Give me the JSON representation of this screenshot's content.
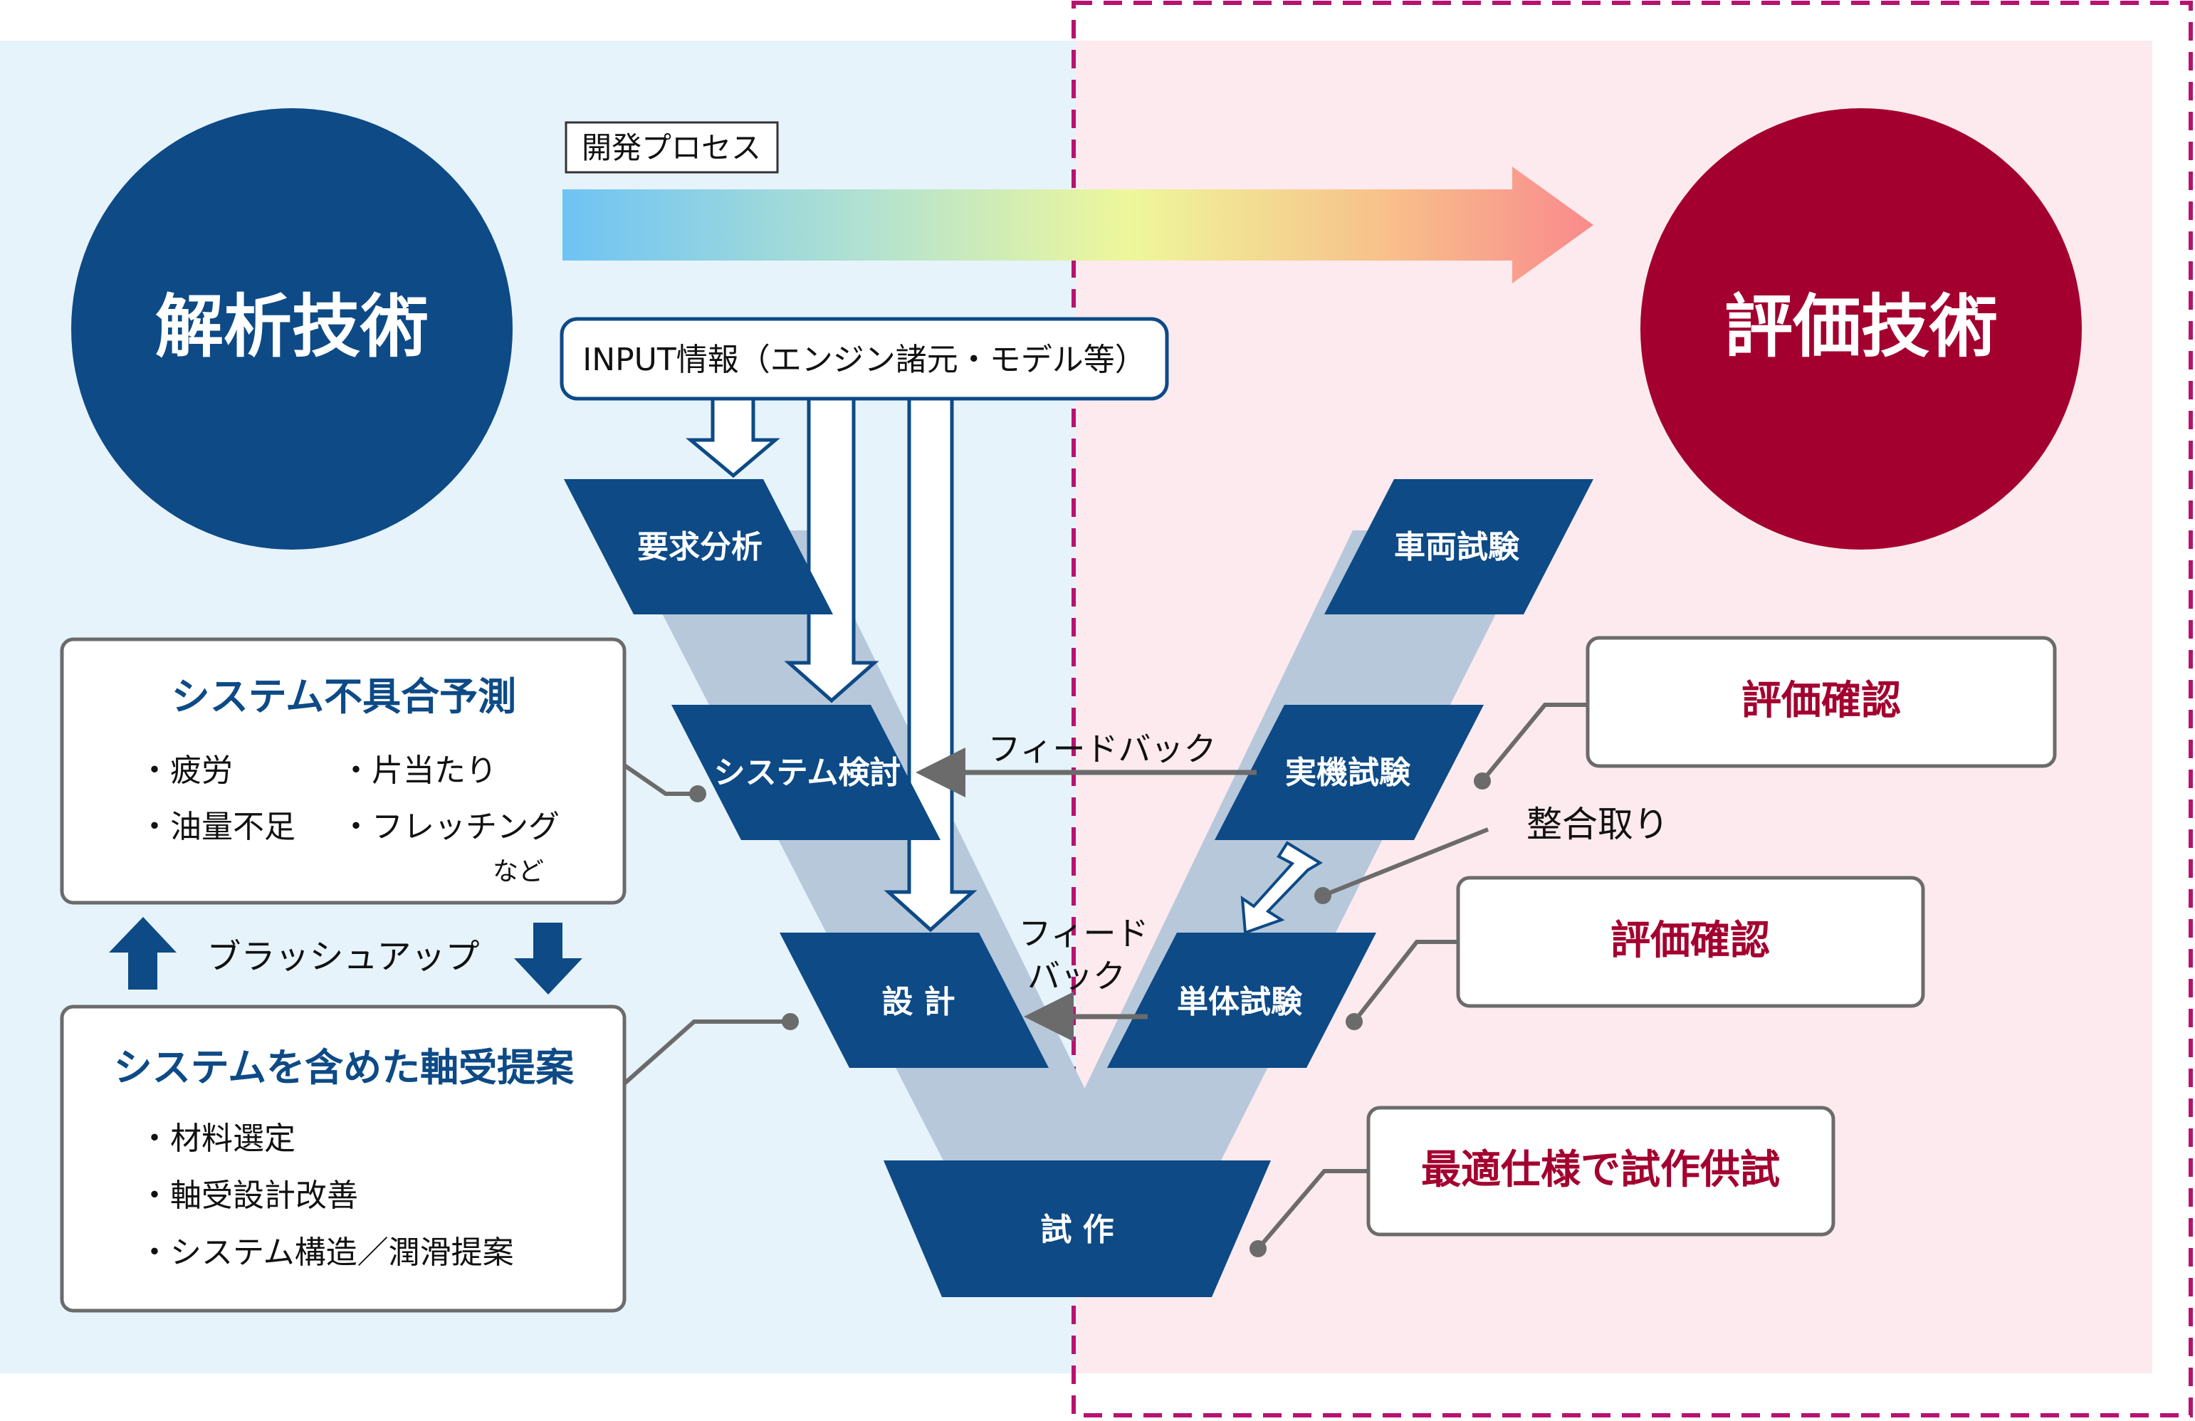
{
  "left_circle": {
    "label": "解析技術",
    "color": "#0d4a86"
  },
  "right_circle": {
    "label": "評価技術",
    "color": "#a3002f"
  },
  "process_arrow": {
    "label": "開発プロセス"
  },
  "input_box": {
    "label": "INPUT情報（エンジン諸元・モデル等）"
  },
  "v_left": {
    "requirements": "要求分析",
    "system_review": "システム検討",
    "design": "設 計"
  },
  "v_bottom": {
    "prototype": "試 作"
  },
  "v_right": {
    "vehicle_test": "車両試験",
    "actual_machine_test": "実機試験",
    "unit_test": "単体試験"
  },
  "feedback_1": "フィードバック",
  "feedback_2": {
    "line1": "フィード",
    "line2": "バック"
  },
  "alignment": "整合取り",
  "box_failure": {
    "title": "システム不具合予測",
    "items": [
      "・疲労",
      "・片当たり",
      "・油量不足",
      "・フレッチング"
    ],
    "note": "など"
  },
  "brush_up": "ブラッシュアップ",
  "box_proposal": {
    "title": "システムを含めた軸受提案",
    "items": [
      "・材料選定",
      "・軸受設計改善",
      "・システム構造／潤滑提案"
    ]
  },
  "eval_confirm_1": "評価確認",
  "eval_confirm_2": "評価確認",
  "optimal_spec": "最適仕様で試作供試",
  "colors": {
    "navy": "#0d4a86",
    "crimson": "#a3002f",
    "left_bg": "#e6f3fb",
    "right_bg": "#fdeaee",
    "dashed_border": "#b8126f",
    "v_band": "#b7c8db"
  }
}
